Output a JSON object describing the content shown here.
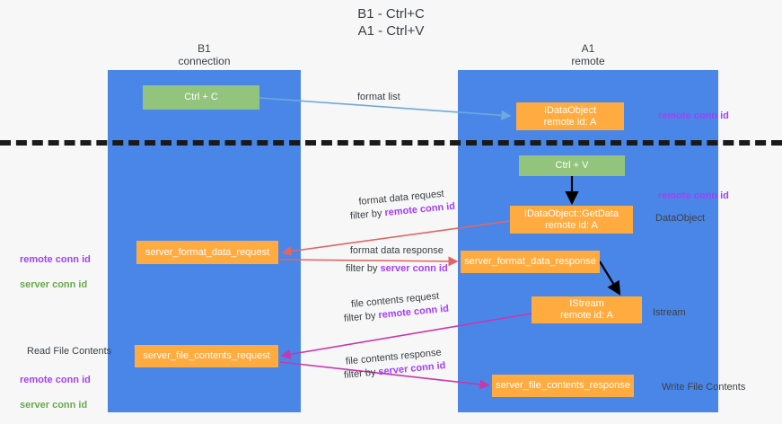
{
  "title": "B1 - Ctrl+C\nA1 - Ctrl+V",
  "columns": {
    "left": {
      "header": "B1\nconnection"
    },
    "right": {
      "header": "A1\nremote"
    }
  },
  "colors": {
    "lane": "#4a86e8",
    "green_box": "#93c47d",
    "orange_box": "#ffab40",
    "remote_conn_id": "#a142f4",
    "server_conn_id": "#6aa84f",
    "divider": "#1a1a1a",
    "arrow_blue": "#6fa8dc",
    "arrow_red": "#e06666",
    "arrow_magenta": "#c837ab",
    "arrow_black": "#000000",
    "text": "#3c4043"
  },
  "boxes": {
    "ctrl_c": "Ctrl + C",
    "dataobject_remote": "IDataObject\nremote id: A",
    "ctrl_v": "Ctrl + V",
    "getdata": "IDataObject::GetData\nremote id: A",
    "server_format_data_request": "server_format_data_request",
    "server_format_data_response": "server_format_data_response",
    "istream": "IStream\nremote id: A",
    "server_file_contents_request": "server_file_contents_request",
    "server_file_contents_response": "server_file_contents_response"
  },
  "side_labels": {
    "remote_conn_id_top": "remote conn id",
    "remote_conn_id_mid": "remote conn id",
    "dataobject": "DataObject",
    "istream": "Istream",
    "write_file_contents": "Write File Contents",
    "read_file_contents": "Read File Contents",
    "left_ids": "remote conn id\nserver conn id",
    "left_ids2": "remote conn id\nserver conn id"
  },
  "arrow_labels": {
    "format_list": "format list",
    "format_data_request": {
      "line1": "format data request",
      "filter_prefix": "filter by ",
      "filter_key": "remote conn id"
    },
    "format_data_response": {
      "line1": "format data response",
      "filter_prefix": "filter by ",
      "filter_key": "server conn id"
    },
    "file_contents_request": {
      "line1": "file contents request",
      "filter_prefix": "filter by ",
      "filter_key": "remote conn id"
    },
    "file_contents_response": {
      "line1": "file contents response",
      "filter_prefix": "filter by ",
      "filter_key": "server conn id"
    }
  }
}
